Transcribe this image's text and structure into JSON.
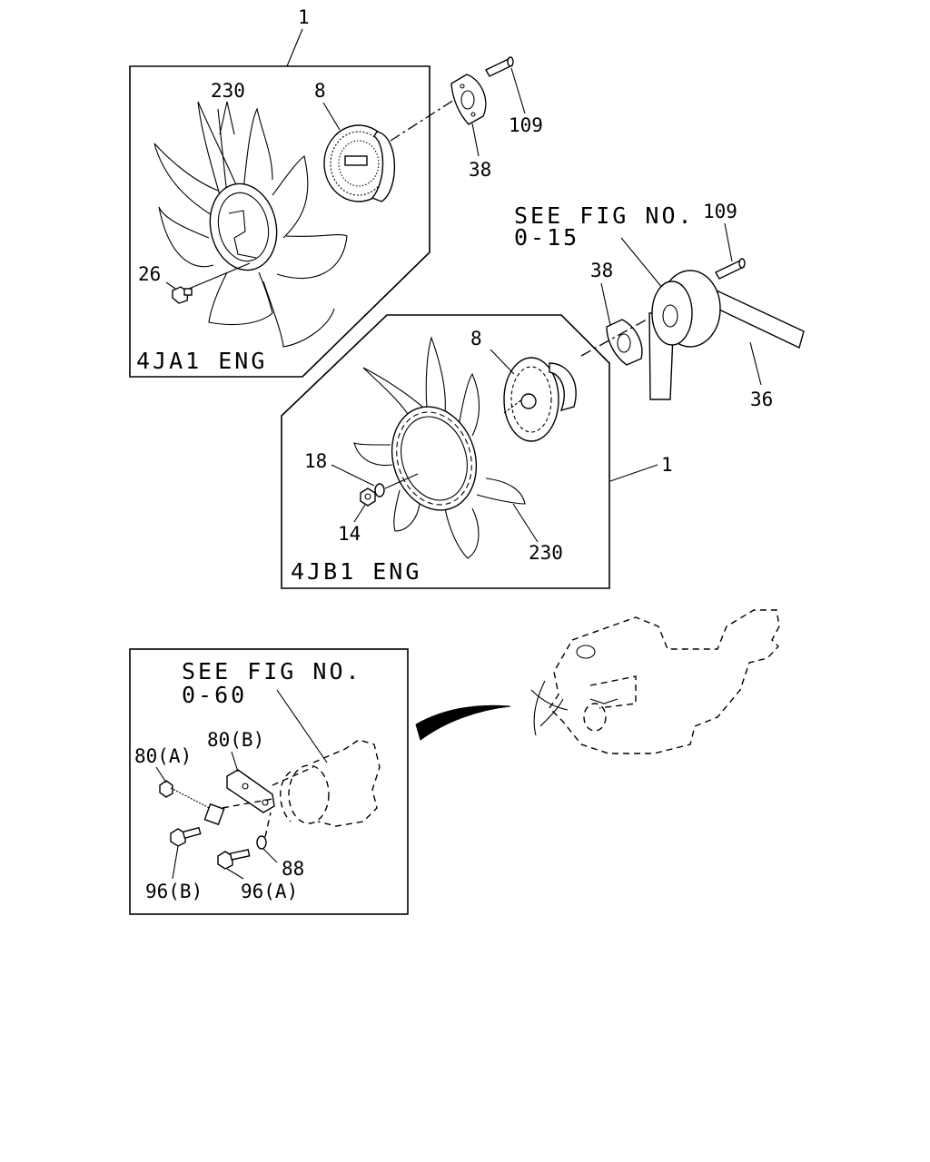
{
  "panels": {
    "panel_4ja1": {
      "caption": "4JA1 ENG"
    },
    "panel_4jb1": {
      "caption": "4JB1 ENG"
    },
    "panel_generator": {
      "see_fig_line1": "SEE FIG NO.",
      "see_fig_line2": "0-60"
    }
  },
  "references": {
    "belt_ref_line1": "SEE FIG NO.",
    "belt_ref_line2": "0-15"
  },
  "callouts": {
    "top_1": "1",
    "a_230": "230",
    "a_8": "8",
    "a_109": "109",
    "a_38": "38",
    "a_26": "26",
    "b_109": "109",
    "b_38": "38",
    "b_36": "36",
    "b_8": "8",
    "b_18": "18",
    "b_14": "14",
    "b_1": "1",
    "b_230": "230",
    "c_80A": "80(A)",
    "c_80B": "80(B)",
    "c_96B": "96(B)",
    "c_96A": "96(A)",
    "c_88": "88"
  }
}
